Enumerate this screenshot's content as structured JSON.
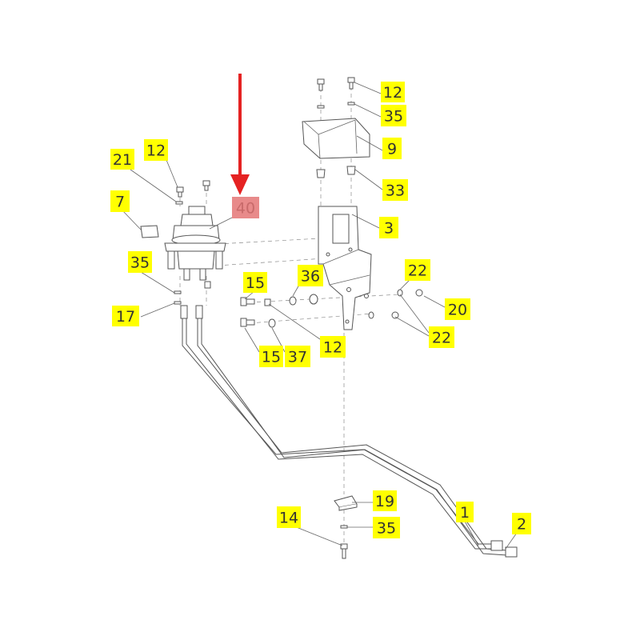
{
  "colors": {
    "label_fill": "#ffff00",
    "highlight_fill": "#e88a8a",
    "arrow": "#e52222",
    "line": "#555555"
  },
  "highlighted_part": "40",
  "part_labels": [
    {
      "id": "lbl-12-top",
      "text": "12"
    },
    {
      "id": "lbl-35-top",
      "text": "35"
    },
    {
      "id": "lbl-9",
      "text": "9"
    },
    {
      "id": "lbl-33",
      "text": "33"
    },
    {
      "id": "lbl-3",
      "text": "3"
    },
    {
      "id": "lbl-21",
      "text": "21"
    },
    {
      "id": "lbl-12-left",
      "text": "12"
    },
    {
      "id": "lbl-7",
      "text": "7"
    },
    {
      "id": "lbl-40",
      "text": "40"
    },
    {
      "id": "lbl-35-left",
      "text": "35"
    },
    {
      "id": "lbl-17",
      "text": "17"
    },
    {
      "id": "lbl-15-top",
      "text": "15"
    },
    {
      "id": "lbl-36",
      "text": "36"
    },
    {
      "id": "lbl-22-top",
      "text": "22"
    },
    {
      "id": "lbl-20",
      "text": "20"
    },
    {
      "id": "lbl-22-bottom",
      "text": "22"
    },
    {
      "id": "lbl-15-bottom",
      "text": "15"
    },
    {
      "id": "lbl-37",
      "text": "37"
    },
    {
      "id": "lbl-12-mid",
      "text": "12"
    },
    {
      "id": "lbl-19",
      "text": "19"
    },
    {
      "id": "lbl-1",
      "text": "1"
    },
    {
      "id": "lbl-2",
      "text": "2"
    },
    {
      "id": "lbl-14",
      "text": "14"
    },
    {
      "id": "lbl-35-bottom",
      "text": "35"
    }
  ]
}
